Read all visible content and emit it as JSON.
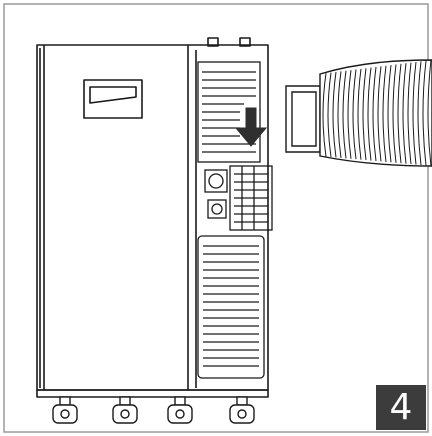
{
  "step_number": "4",
  "colors": {
    "line": "#1a1a1a",
    "frame_border": "#9a9a9a",
    "arrow": "#2f2f2f",
    "badge_background": "#3c3c3c",
    "badge_text": "#ffffff"
  },
  "parts": [
    "air-conditioner-unit",
    "exhaust-hose",
    "down-arrow",
    "caster-wheels",
    "control-panel"
  ]
}
